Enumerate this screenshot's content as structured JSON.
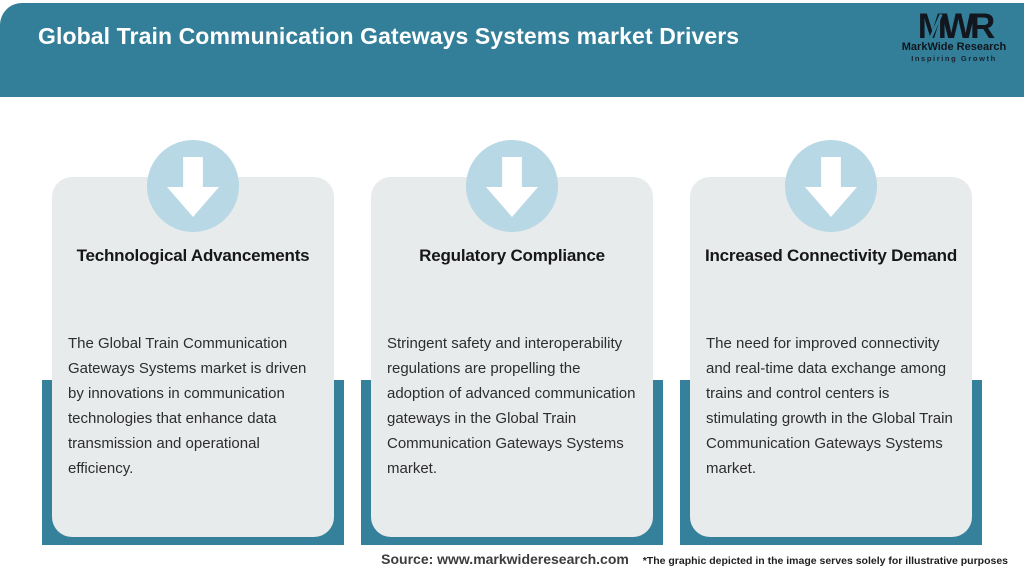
{
  "header": {
    "title": "Global Train Communication Gateways Systems market Drivers"
  },
  "logo": {
    "initials": "MWR",
    "name": "MarkWide Research",
    "tagline": "Inspiring Growth"
  },
  "cards": [
    {
      "title": "Technological Advancements",
      "description": "The Global Train Communication Gateways Systems market is driven by innovations in communication technologies that enhance data transmission and operational efficiency."
    },
    {
      "title": "Regulatory Compliance",
      "description": "Stringent safety and interoperability regulations are propelling the adoption of advanced communication gateways in the Global Train Communication Gateways Systems market."
    },
    {
      "title": "Increased Connectivity Demand",
      "description": "The need for improved connectivity and real-time data exchange among trains and control centers is stimulating growth in the Global Train Communication Gateways Systems market."
    }
  ],
  "footer": {
    "source": "Source: www.markwideresearch.com",
    "disclaimer": "*The graphic depicted in the image serves solely for illustrative purposes"
  },
  "colors": {
    "teal": "#337f99",
    "card_bg": "#e8ebec",
    "circle_blue": "#b7d8e4",
    "title_text": "#ffffff",
    "logo_dark": "#12171f"
  }
}
